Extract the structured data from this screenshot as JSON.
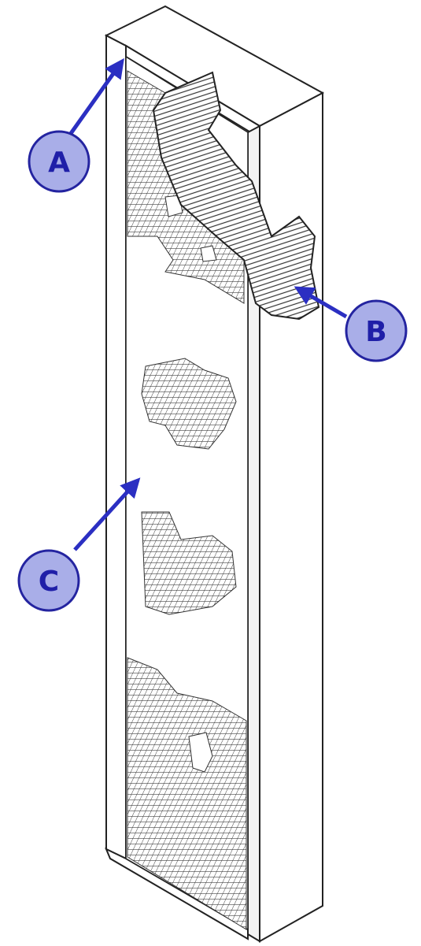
{
  "diagram": {
    "callouts": [
      {
        "id": "A",
        "label": "A"
      },
      {
        "id": "B",
        "label": "B"
      },
      {
        "id": "C",
        "label": "C"
      }
    ],
    "colors": {
      "line": "#222222",
      "arrow": "#2b2fc2",
      "callout_fill": "#a9aee8",
      "callout_stroke": "#2424a0",
      "callout_text": "#1f1fa8",
      "paper": "#ffffff"
    }
  }
}
